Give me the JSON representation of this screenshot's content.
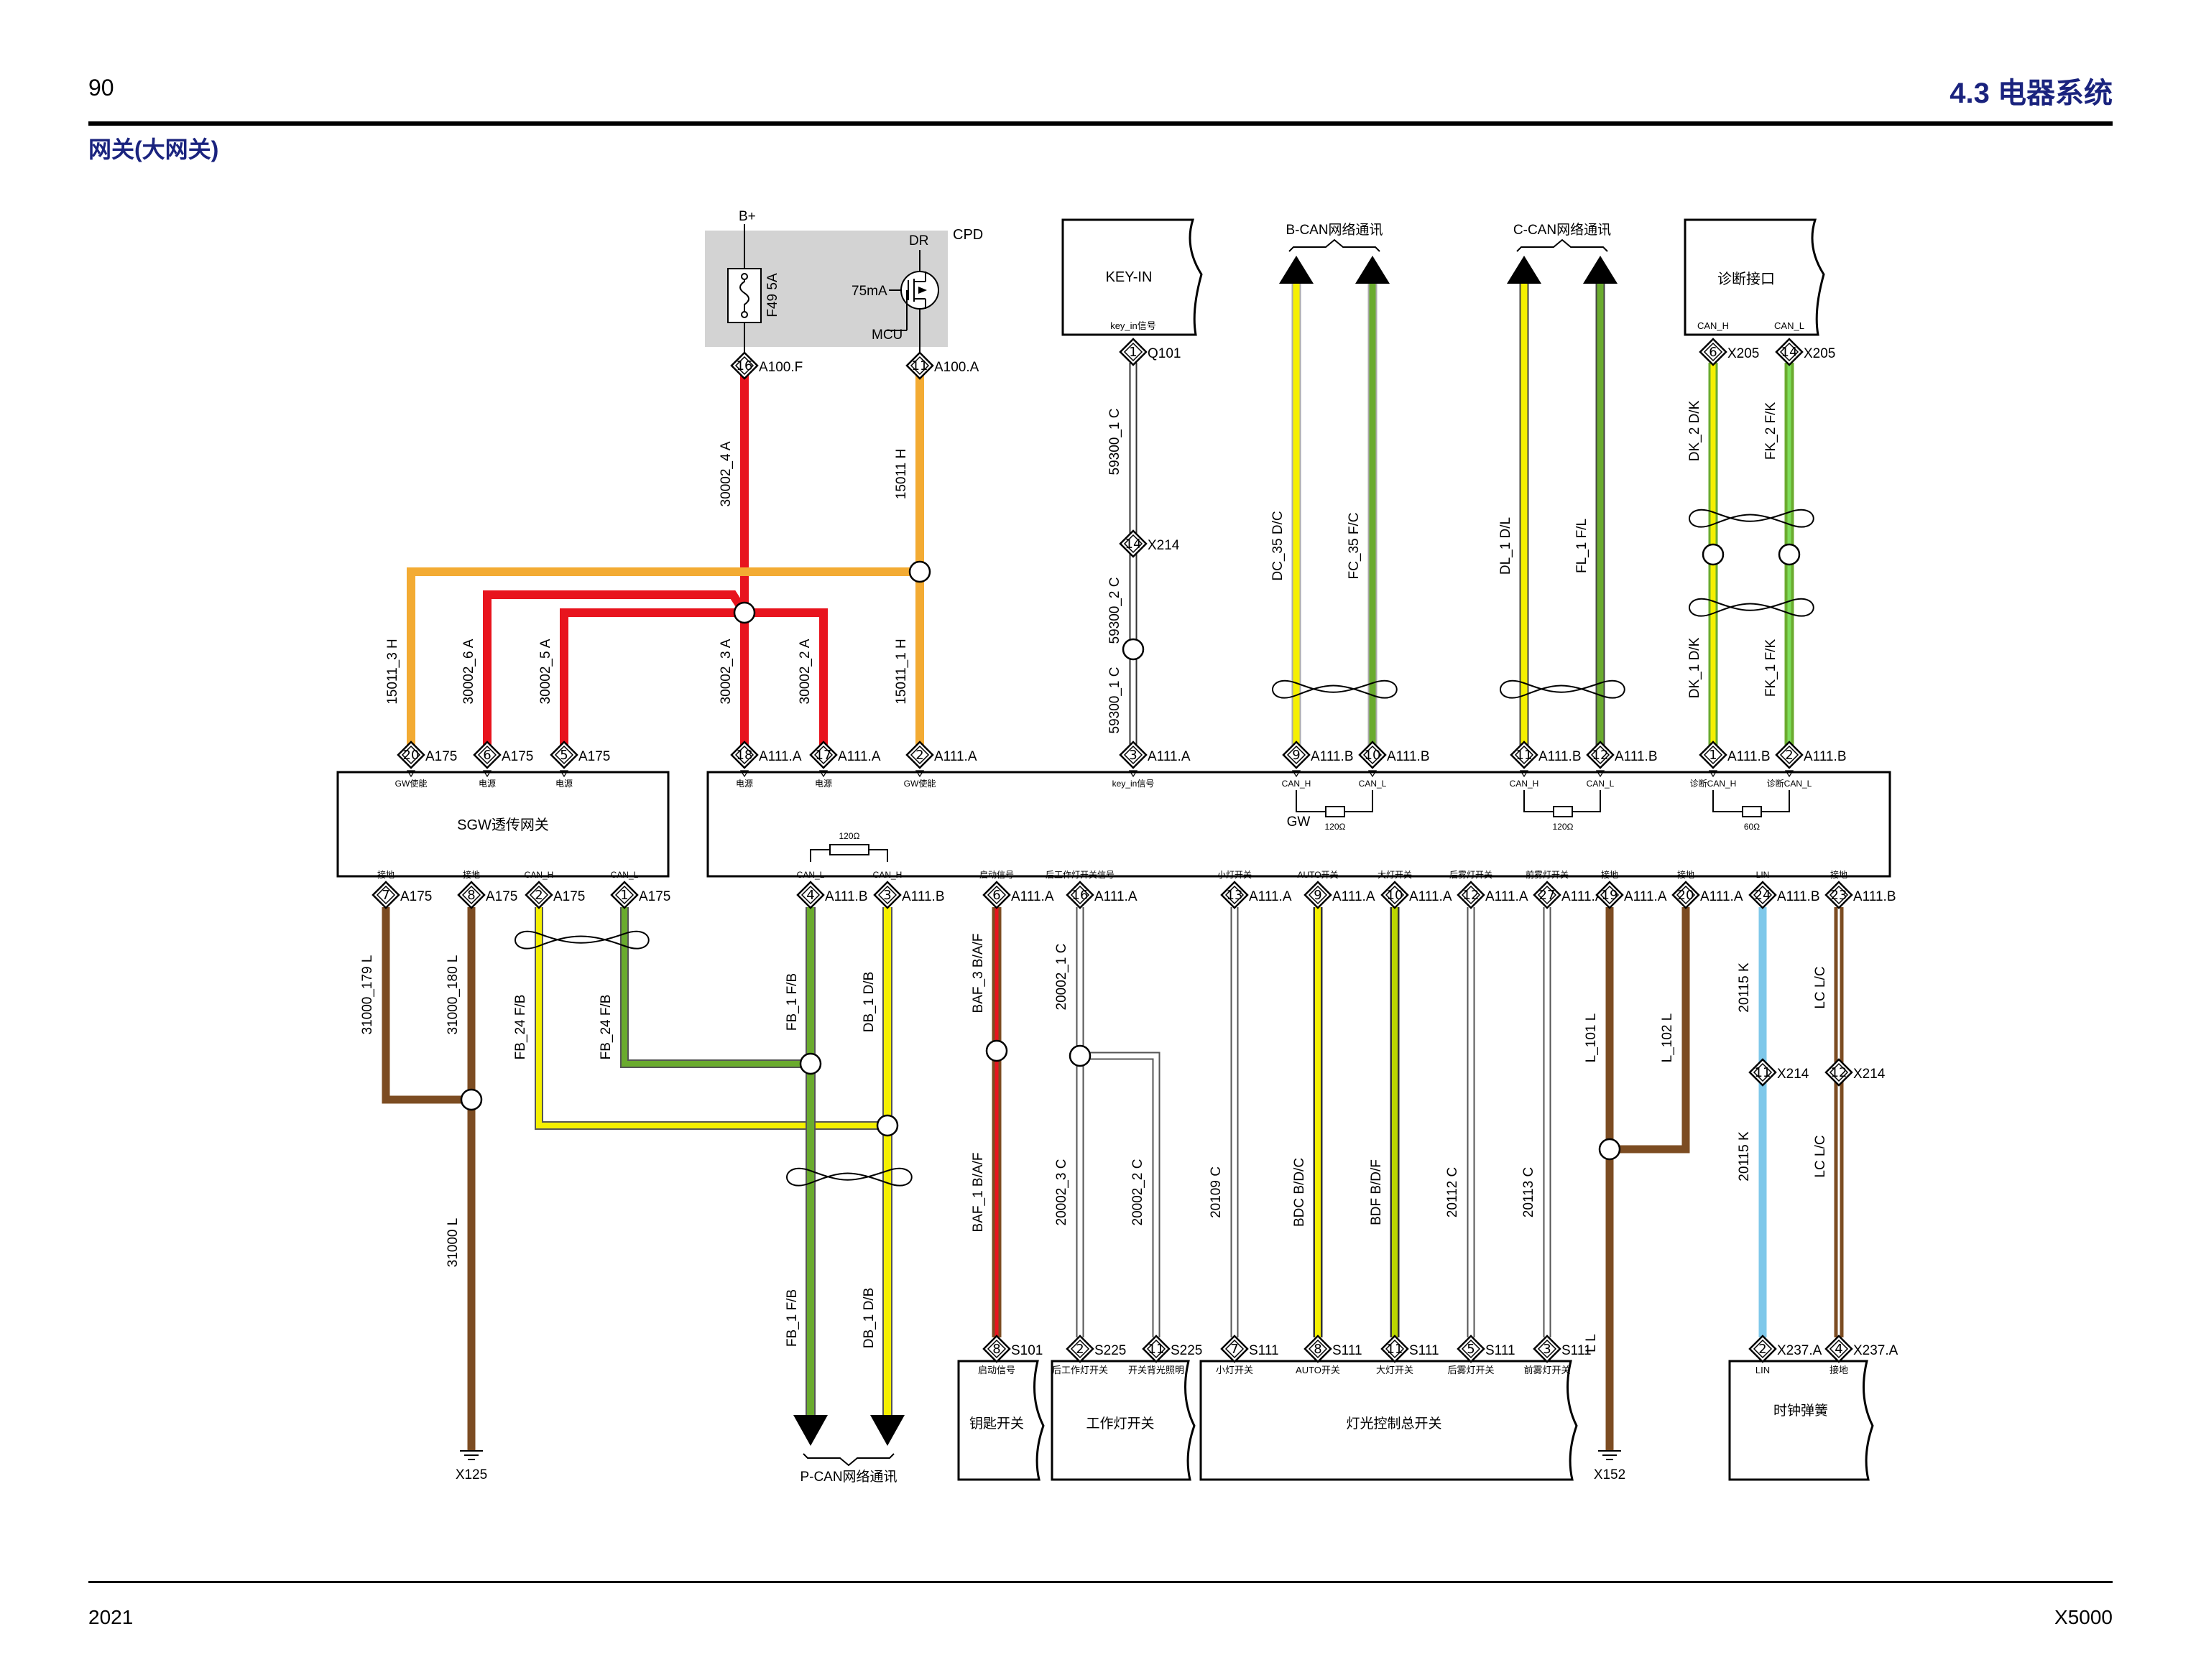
{
  "page": {
    "number": "90",
    "section": "4.3 电器系统",
    "title": "网关(大网关)",
    "year": "2021",
    "model": "X5000"
  },
  "cpd": {
    "label": "CPD",
    "b_plus": "B+",
    "fuse": "F49 5A",
    "dr": "DR",
    "current": "75mA",
    "mcu": "MCU",
    "pins": [
      {
        "num": "16",
        "conn": "A100.F"
      },
      {
        "num": "11",
        "conn": "A100.A"
      }
    ]
  },
  "boxes": {
    "keyin": {
      "title": "KEY-IN",
      "sub": "key_in信号",
      "pin": "1",
      "conn": "Q101"
    },
    "diag": {
      "title": "诊断接口",
      "pin_labels": [
        "CAN_H",
        "CAN_L"
      ],
      "pins": [
        {
          "num": "6",
          "conn": "X205"
        },
        {
          "num": "14",
          "conn": "X205"
        }
      ]
    },
    "sgw": {
      "title": "SGW透传网关"
    },
    "gw": {
      "title": "GW"
    },
    "key_switch": {
      "title": "钥匙开关",
      "pin_label": "启动信号"
    },
    "work_light": {
      "title": "工作灯开关",
      "pin_labels": [
        "后工作灯开关",
        "开关背光照明"
      ]
    },
    "light_ctrl": {
      "title": "灯光控制总开关",
      "pin_labels": [
        "小灯开关",
        "AUTO开关",
        "大灯开关",
        "后雾灯开关",
        "前雾灯开关"
      ]
    },
    "clock_spring": {
      "title": "时钟弹簧",
      "pin_labels": [
        "LIN",
        "接地"
      ]
    }
  },
  "network_labels": {
    "bcan": "B-CAN网络通讯",
    "ccan": "C-CAN网络通讯",
    "pcan": "P-CAN网络通讯"
  },
  "resistors": [
    "120Ω",
    "120Ω",
    "120Ω",
    "60Ω"
  ],
  "grounds": [
    "X125",
    "X152"
  ],
  "splices": [
    "X214"
  ],
  "sgw_top_pins": [
    {
      "num": "20",
      "conn": "A175",
      "label": "GW使能"
    },
    {
      "num": "6",
      "conn": "A175",
      "label": "电源"
    },
    {
      "num": "5",
      "conn": "A175",
      "label": "电源"
    }
  ],
  "sgw_bottom_pins": [
    {
      "num": "7",
      "conn": "A175",
      "label": "接地"
    },
    {
      "num": "8",
      "conn": "A175",
      "label": "接地"
    },
    {
      "num": "2",
      "conn": "A175",
      "label": "CAN_H"
    },
    {
      "num": "1",
      "conn": "A175",
      "label": "CAN_L"
    }
  ],
  "gw_top_pins": [
    {
      "num": "18",
      "conn": "A111.A",
      "label": "电源"
    },
    {
      "num": "17",
      "conn": "A111.A",
      "label": "电源"
    },
    {
      "num": "2",
      "conn": "A111.A",
      "label": "GW使能"
    },
    {
      "num": "3",
      "conn": "A111.A",
      "label": "key_in信号"
    },
    {
      "num": "9",
      "conn": "A111.B",
      "label": "CAN_H"
    },
    {
      "num": "10",
      "conn": "A111.B",
      "label": "CAN_L"
    },
    {
      "num": "11",
      "conn": "A111.B",
      "label": "CAN_H"
    },
    {
      "num": "12",
      "conn": "A111.B",
      "label": "CAN_L"
    },
    {
      "num": "1",
      "conn": "A111.B",
      "label": "诊断CAN_H"
    },
    {
      "num": "2",
      "conn": "A111.B",
      "label": "诊断CAN_L"
    }
  ],
  "gw_bottom_pins": [
    {
      "num": "4",
      "conn": "A111.B",
      "label": "CAN_L"
    },
    {
      "num": "3",
      "conn": "A111.B",
      "label": "CAN_H"
    },
    {
      "num": "6",
      "conn": "A111.A",
      "label": "启动信号"
    },
    {
      "num": "16",
      "conn": "A111.A",
      "label": "后工作灯开关信号"
    },
    {
      "num": "13",
      "conn": "A111.A",
      "label": "小灯开关"
    },
    {
      "num": "9",
      "conn": "A111.A",
      "label": "AUTO开关"
    },
    {
      "num": "10",
      "conn": "A111.A",
      "label": "大灯开关"
    },
    {
      "num": "12",
      "conn": "A111.A",
      "label": "后雾灯开关"
    },
    {
      "num": "27",
      "conn": "A111.A",
      "label": "前雾灯开关"
    },
    {
      "num": "19",
      "conn": "A111.A",
      "label": "接地"
    },
    {
      "num": "20",
      "conn": "A111.A",
      "label": "接地"
    },
    {
      "num": "24",
      "conn": "A111.B",
      "label": "LIN"
    },
    {
      "num": "23",
      "conn": "A111.B",
      "label": "接地"
    }
  ],
  "bottom_pins": [
    {
      "num": "8",
      "conn": "S101"
    },
    {
      "num": "2",
      "conn": "S225"
    },
    {
      "num": "11",
      "conn": "S225"
    },
    {
      "num": "7",
      "conn": "S111"
    },
    {
      "num": "8",
      "conn": "S111"
    },
    {
      "num": "11",
      "conn": "S111"
    },
    {
      "num": "5",
      "conn": "S111"
    },
    {
      "num": "3",
      "conn": "S111"
    },
    {
      "num": "2",
      "conn": "X237.A"
    },
    {
      "num": "4",
      "conn": "X237.A"
    }
  ],
  "inline_pins": [
    {
      "num": "14",
      "conn": "X214"
    },
    {
      "num": "11",
      "conn": "X214"
    },
    {
      "num": "12",
      "conn": "X214"
    }
  ],
  "wire_labels": {
    "w30002_4": "30002_4 A",
    "w15011": "15011 H",
    "w15011_3": "15011_3 H",
    "w30002_6": "30002_6 A",
    "w30002_5": "30002_5 A",
    "w30002_3": "30002_3 A",
    "w30002_2": "30002_2 A",
    "w15011_1": "15011_1 H",
    "w59300_1a": "59300_1 C",
    "w59300_2": "59300_2 C",
    "w59300_1b": "59300_1 C",
    "w_dc35": "DC_35 D/C",
    "w_fc35": "FC_35 F/C",
    "w_dl1": "DL_1 D/L",
    "w_fl1": "FL_1 F/L",
    "w_dk2": "DK_2 D/K",
    "w_fk2": "FK_2 F/K",
    "w_dk1": "DK_1 D/K",
    "w_fk1": "FK_1 F/K",
    "w31000_179": "31000_179 L",
    "w31000_180": "31000_180 L",
    "w31000": "31000 L",
    "w_fb24a": "FB_24 F/B",
    "w_fb24b": "FB_24 F/B",
    "w_fb1a": "FB_1 F/B",
    "w_db1a": "DB_1 D/B",
    "w_fb1b": "FB_1 F/B",
    "w_db1b": "DB_1 D/B",
    "w_baf3": "BAF_3 B/A/F",
    "w_baf1": "BAF_1 B/A/F",
    "w20002_1": "20002_1 C",
    "w20002_3": "20002_3 C",
    "w20002_2": "20002_2 C",
    "w20109": "20109 C",
    "w_bdc": "BDC B/D/C",
    "w_bdf": "BDF B/D/F",
    "w20112": "20112 C",
    "w20113": "20113 C",
    "w_l101": "L_101 L",
    "w_l102": "L_102 L",
    "w_l": "L L",
    "w20115a": "20115 K",
    "w20115b": "20115 K",
    "w_lca": "LC L/C",
    "w_lcb": "LC L/C"
  },
  "colors": {
    "red": "#e8141e",
    "orange": "#f3ab33",
    "yellow": "#f5f000",
    "green": "#6aab2e",
    "brown": "#7c4c22",
    "blue": "#7ec8ea",
    "gray_box": "#d3d3d3",
    "header_blue": "#1a237e"
  }
}
